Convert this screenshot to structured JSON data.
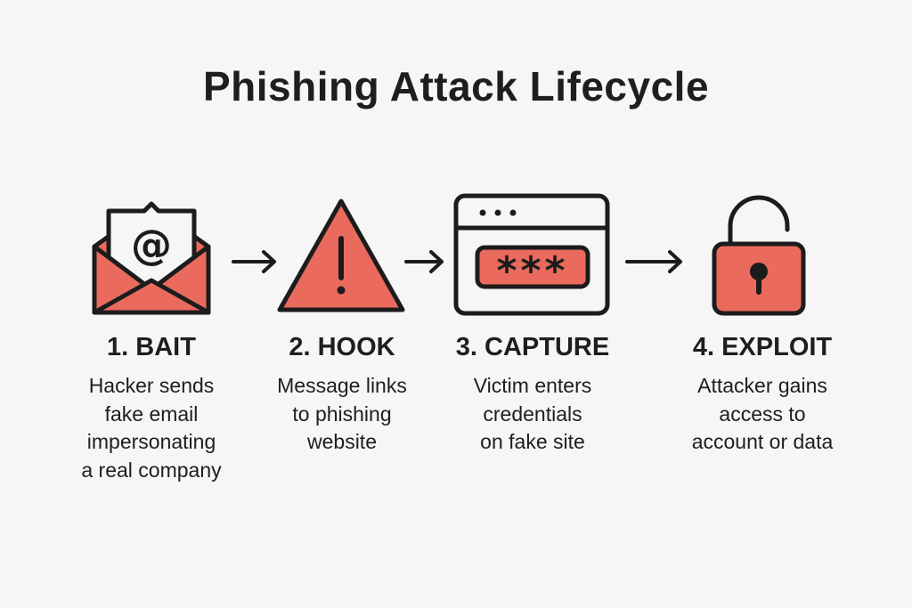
{
  "title": "Phishing Attack Lifecycle",
  "colors": {
    "accent": "#ea6b5d",
    "stroke": "#1c1c1c",
    "background": "#f6f6f6",
    "paper": "#f6f6f6"
  },
  "steps": [
    {
      "title": "1. BAIT",
      "description": "Hacker sends\nfake email\nimpersonating\na real company",
      "icon": "envelope-at-icon"
    },
    {
      "title": "2. HOOK",
      "description": "Message links\nto phishing\nwebsite",
      "icon": "warning-triangle-icon"
    },
    {
      "title": "3. CAPTURE",
      "description": "Victim enters\ncredentials\non fake site",
      "icon": "browser-password-icon"
    },
    {
      "title": "4. EXPLOIT",
      "description": "Attacker gains\naccess to\naccount or data",
      "icon": "unlocked-padlock-icon"
    }
  ],
  "icon_text": {
    "at_symbol": "@",
    "password_mask": "***",
    "exclamation": "!"
  }
}
